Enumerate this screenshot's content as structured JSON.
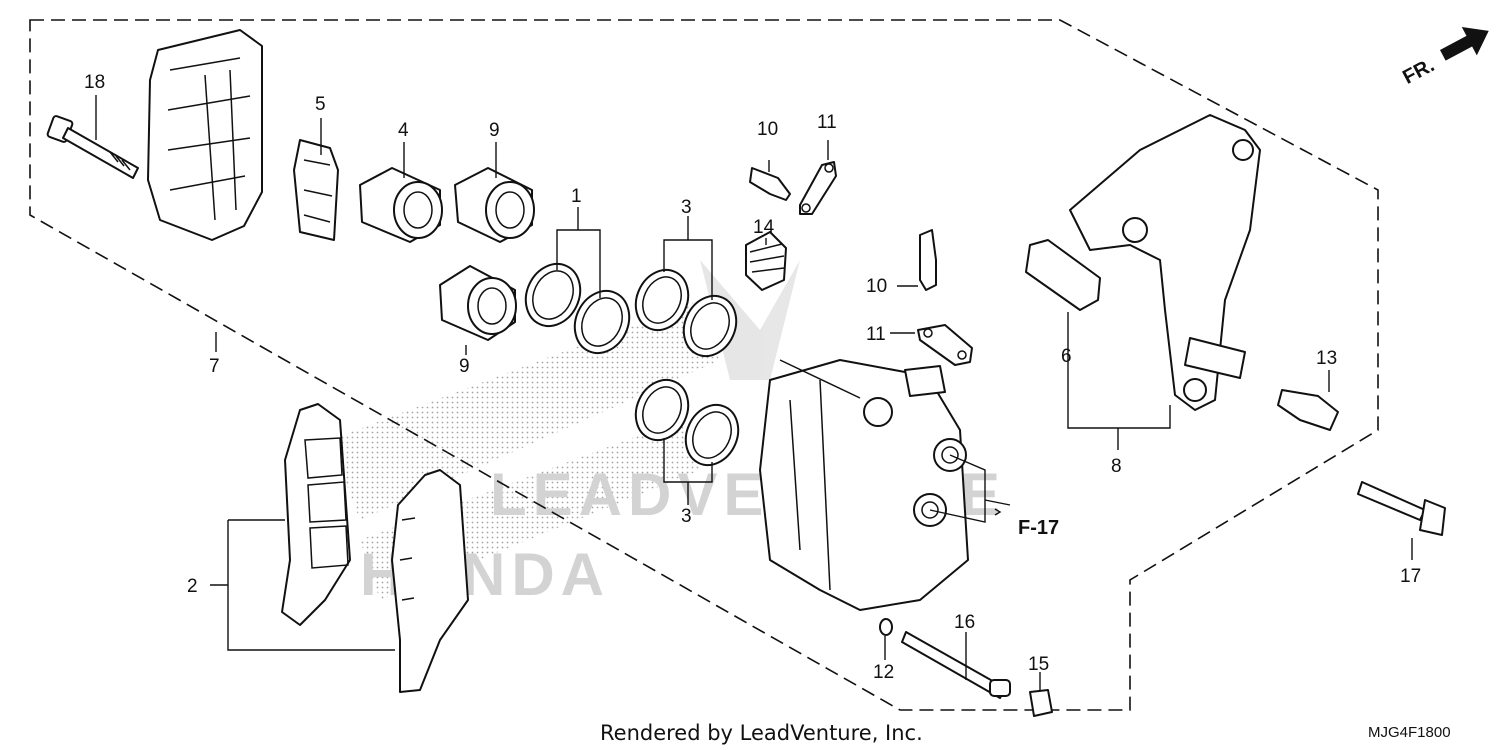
{
  "diagram": {
    "orientation_label": "FR.",
    "reference_label": "F-17",
    "credit_text": "Rendered by LeadVenture, Inc.",
    "diagram_code": "MJG4F1800",
    "watermark_brand": "LEADVENTURE",
    "watermark_make": "HONDA",
    "callouts": {
      "c1": "1",
      "c2": "2",
      "c3a": "3",
      "c3b": "3",
      "c4": "4",
      "c5": "5",
      "c6": "6",
      "c7": "7",
      "c8": "8",
      "c9a": "9",
      "c9b": "9",
      "c10a": "10",
      "c10b": "10",
      "c11a": "11",
      "c11b": "11",
      "c12": "12",
      "c13": "13",
      "c14": "14",
      "c15": "15",
      "c16": "16",
      "c17": "17",
      "c18": "18"
    }
  }
}
